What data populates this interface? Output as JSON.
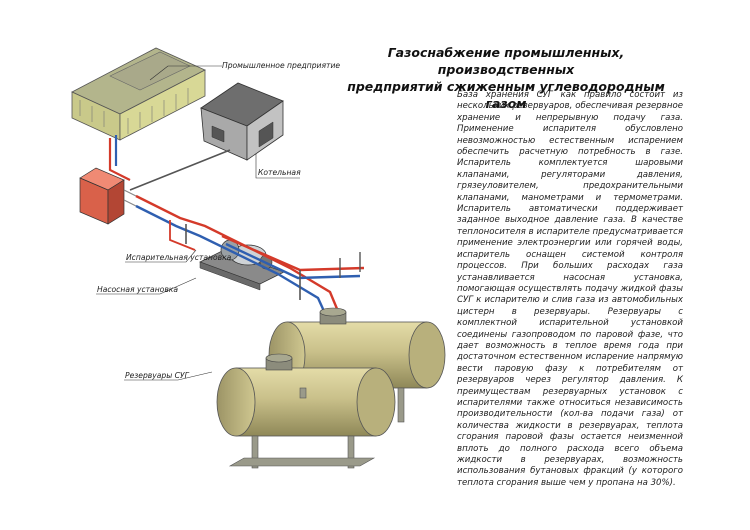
{
  "title": {
    "line1": "Газоснабжение промышленных, производственных",
    "line2": "предприятий сжиженным углеводородным газом"
  },
  "description": "База хранения СУГ как правило состоит из нескольких резервуаров, обеспечивая резервное хранение и непрерывную подачу газа. Применение испарителя обусловлено невозможностью естественным испарением обеспечить расчетную потребность в газе. Испаритель комплектуется шаровыми клапанами, регуляторами давления, грязеуловителем, предохранительными клапанами, манометрами и термометрами. Испаритель автоматически поддерживает заданное выходное давление газа. В качестве теплоносителя в испарителе предусматривается применение электроэнергии или горячей воды, испаритель оснащен системой контроля процессов. При больших расходах газа устанавливается насосная установка, помогающая осуществлять подачу жидкой фазы СУГ к испарителю и слив газа из автомобильных цистерн в резервуары. Резервуары с комплектной испарительной установкой соединены газопроводом по паровой фазе, что дает возможность в теплое время года при достаточном естественном испарение напрямую вести паровую фазу к потребителям от резервуаров через регулятор давления. К преимуществам резервуарных установок с испарителями также относиться независимость производительности (кол-ва подачи газа) от количества жидкости в резервуарах, теплота сгорания паровой фазы остается неизменной вплоть до полного расхода всего объема жидкости в резервуарах, возможность использования бутановых фракций (у которого теплота сгорания выше чем у пропана на 30%).",
  "labels": {
    "plant": "Промышленное предприятие",
    "boiler": "Котельная",
    "evaporator": "Испарительная установка",
    "pump": "Насосная установка",
    "tanks": "Резервуары СУГ"
  },
  "colors": {
    "tank": "#c9c08a",
    "roof": "#7b7b7b",
    "evaporator": "#d9614a",
    "pipe_liquid": "#d43a2a",
    "pipe_vapor": "#2f5fb0",
    "building": "#cfcf8f",
    "wall_grey": "#a4a4a4"
  }
}
